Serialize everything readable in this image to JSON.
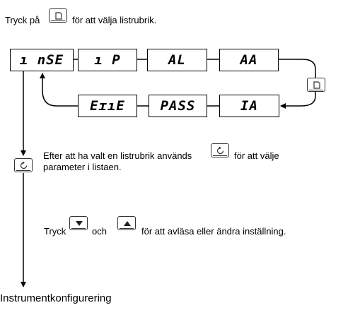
{
  "header": {
    "prefix": "Tryck på",
    "suffix": "för att välja listrubrik."
  },
  "menu_row_top": [
    "ı nSE",
    "ı P",
    "AL",
    "AA"
  ],
  "menu_row_bottom": [
    "EɪıE",
    "PASS",
    "IA"
  ],
  "instructions": {
    "scroll_line1_prefix": "Efter att ha valt en listrubrik används",
    "scroll_line1_suffix": "för att välje",
    "scroll_line2": "parameter i listaen.",
    "adjust_prefix": "Tryck",
    "adjust_mid": "och",
    "adjust_suffix": "för att avläsa eller ändra inställning."
  },
  "footer": {
    "title": "Instrumentkonfigurering"
  },
  "icons": {
    "page": "page-key-icon",
    "scroll": "scroll-key-icon",
    "down": "down-arrow-key-icon",
    "up": "up-arrow-key-icon"
  }
}
